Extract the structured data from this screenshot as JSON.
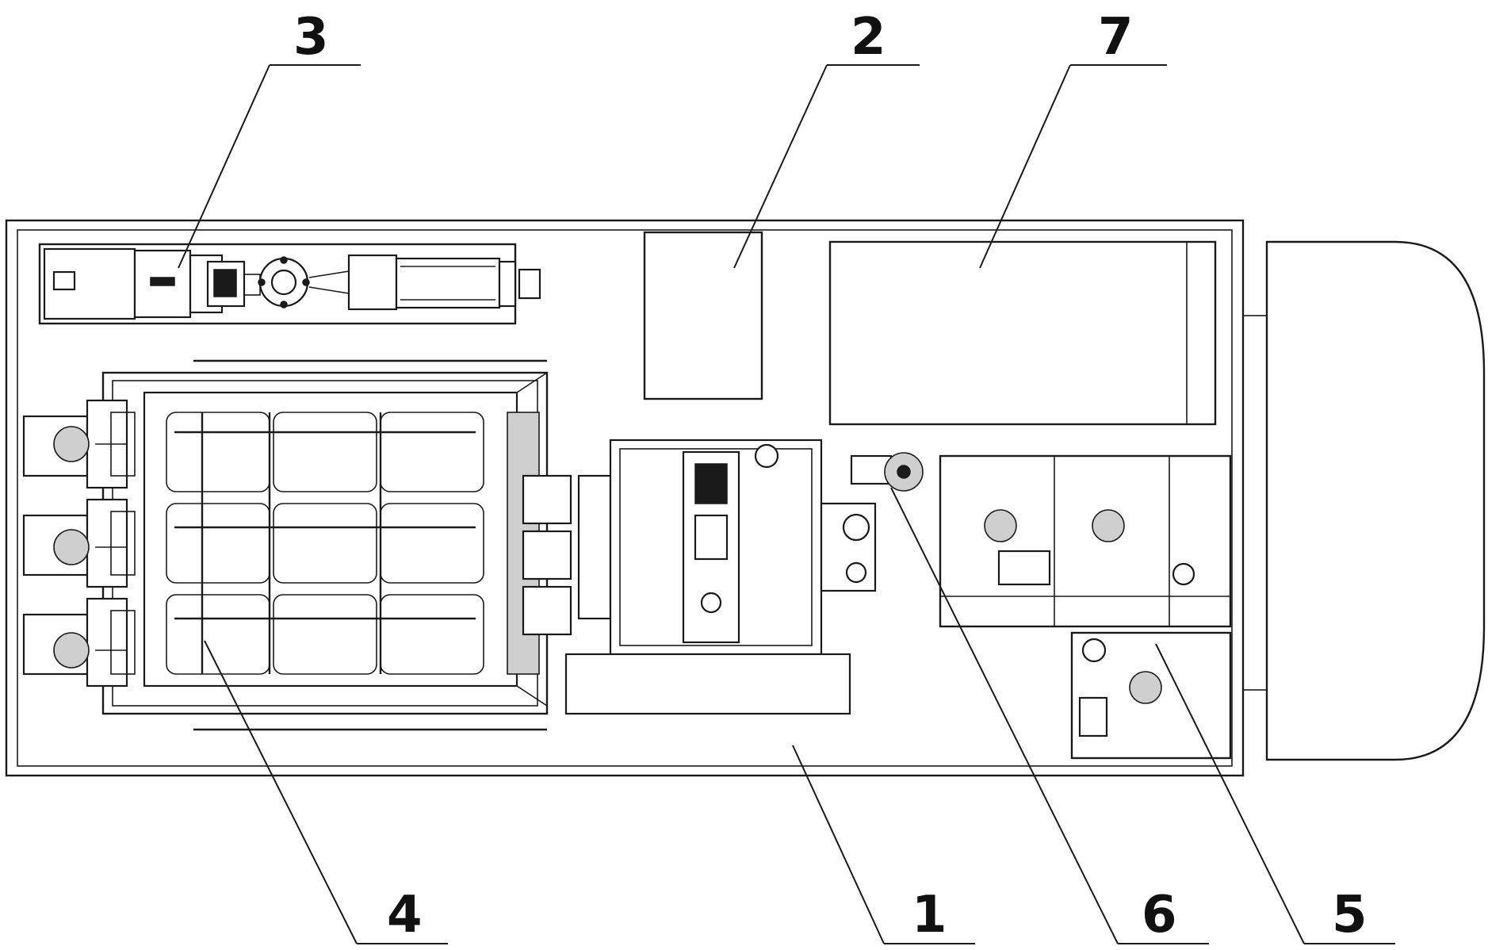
{
  "diagram": {
    "callouts": [
      {
        "id": "c1",
        "label": "1"
      },
      {
        "id": "c2",
        "label": "2"
      },
      {
        "id": "c3",
        "label": "3"
      },
      {
        "id": "c4",
        "label": "4"
      },
      {
        "id": "c5",
        "label": "5"
      },
      {
        "id": "c6",
        "label": "6"
      },
      {
        "id": "c7",
        "label": "7"
      }
    ]
  },
  "colors": {
    "line": "#1a1a1a",
    "background": "#ffffff",
    "accent_fill": "#cfcfcf"
  }
}
